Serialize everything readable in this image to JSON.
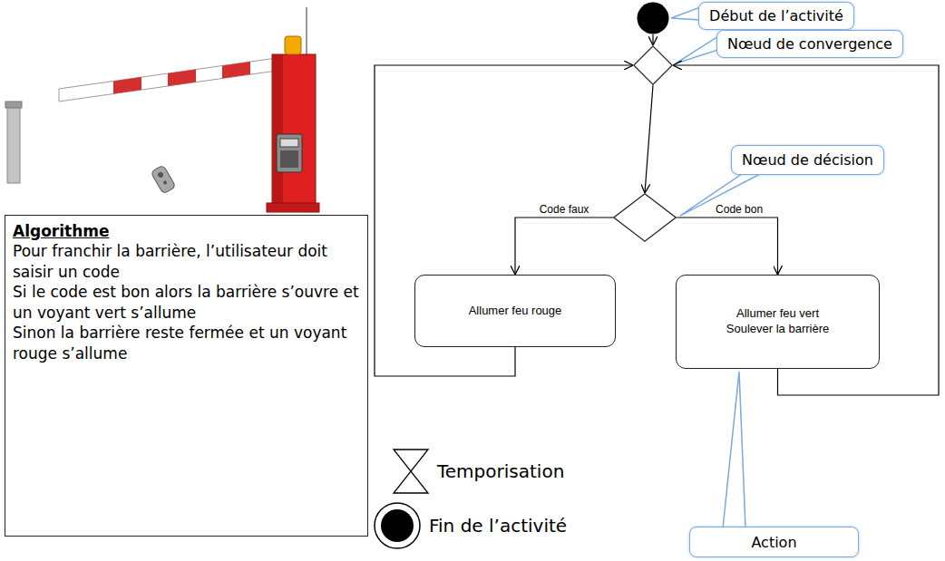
{
  "diagram": {
    "nodes": [
      {
        "text": [
          "Début de l’activité"
        ]
      },
      {
        "text": []
      },
      {
        "text": [
          "Nœud de convergence"
        ]
      },
      {
        "text": []
      },
      {
        "text": [
          "Nœud de décision"
        ]
      },
      {
        "text": []
      },
      {
        "text": [
          "Allumer feu rouge"
        ]
      },
      {
        "text": [
          "Allumer feu vert",
          "Soulever la barrière"
        ]
      },
      {
        "text": [
          "Action"
        ]
      },
      {
        "text": [
          "Algorithme",
          "Pour franchir la barrière, l’utilisateur doit saisir un code",
          "Si le code est bon alors la barrière s’ouvre et un voyant vert s’allume",
          "Sinon la barrière reste fermée et un voyant rouge s’allume"
        ]
      }
    ],
    "edges": [
      {
        "from": 1,
        "to": 3,
        "arrow": "to"
      },
      {
        "from": 3,
        "to": 5,
        "arrow": "to"
      },
      {
        "from": 5,
        "to": 6,
        "label": "Code faux",
        "arrow": "to"
      },
      {
        "from": 5,
        "to": 7,
        "label": "Code bon",
        "arrow": "to"
      },
      {
        "from": 6,
        "to": 3,
        "arrow": "to"
      },
      {
        "from": 7,
        "to": 3,
        "arrow": "to"
      }
    ],
    "legend": [
      {
        "text": "Temporisation"
      },
      {
        "text": "Fin de l’activité"
      }
    ]
  }
}
